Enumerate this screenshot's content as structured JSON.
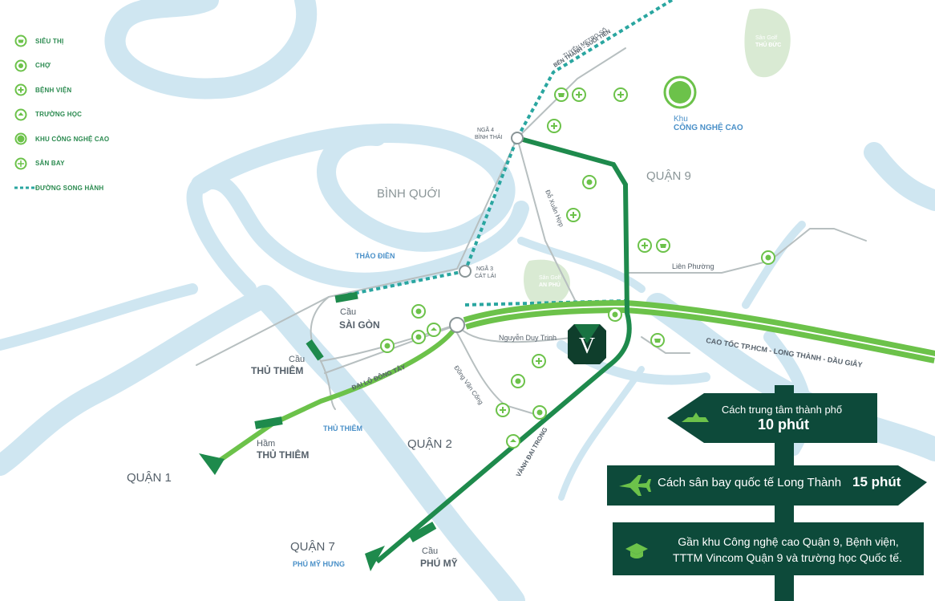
{
  "legend": [
    {
      "icon": "supermarket-icon",
      "label": "SIÊU THỊ"
    },
    {
      "icon": "market-icon",
      "label": "CHỢ"
    },
    {
      "icon": "hospital-icon",
      "label": "BỆNH VIỆN"
    },
    {
      "icon": "school-icon",
      "label": "TRƯỜNG HỌC"
    },
    {
      "icon": "hitech-park-icon",
      "label": "KHU CÔNG NGHỆ CAO"
    },
    {
      "icon": "airport-icon",
      "label": "SÂN BAY"
    },
    {
      "icon": "parallel-road-line",
      "label": "ĐƯỜNG SONG HÀNH"
    }
  ],
  "areas": {
    "binh_quoi": "BÌNH QUỚI",
    "quan9": "QUẬN 9",
    "quan2": "QUẬN 2",
    "quan1": "QUẬN 1",
    "quan7": "QUẬN 7",
    "phu_my_hung": "PHÚ MỸ HƯNG",
    "thao_dien": "THẢO ĐIỀN",
    "thu_thiem": "THỦ THIÊM",
    "khu": "Khu",
    "cong_nghe_cao": "CÔNG NGHỆ CAO",
    "san_golf_thu_duc_1": "Sân Golf",
    "san_golf_thu_duc_2": "THỦ ĐỨC",
    "san_golf_an_phu_1": "Sân Golf",
    "san_golf_an_phu_2": "AN PHÚ"
  },
  "roads": {
    "metro_1": "TUYẾN METRO SỐ",
    "metro_2": "BẾN THÀNH - SUỐI TIÊN",
    "nga4_1": "NGÃ 4",
    "nga4_2": "BÌNH THÁI",
    "nga3_1": "NGÃ 3",
    "nga3_2": "CÁT LÁI",
    "do_xuan_hop": "Đỗ Xuân Hợp",
    "lien_phuong": "Liên Phường",
    "nguyen_duy_trinh": "Nguyễn Duy Trinh",
    "dong_van_cong": "Đồng Văn Cống",
    "dai_lo_dong_tay": "ĐẠI LỘ ĐÔNG TÂY",
    "vanh_dai_trong": "VÀNH ĐAI TRONG",
    "cao_toc": "CAO TỐC TP.HCM - LONG THÀNH - DẦU GIÂY"
  },
  "bridges": {
    "cau": "Cầu",
    "ham": "Hầm",
    "sai_gon": "SÀI GÒN",
    "thu_thiem": "THỦ THIÊM",
    "ham_thu_thiem": "THỦ THIÊM",
    "phu_my": "PHÚ MỸ"
  },
  "project_mark": "V",
  "signs": {
    "center_line1": "Cách trung tâm thành phố",
    "center_line2": "10 phút",
    "airport_text": "Cách sân bay quốc tế Long Thành",
    "airport_time": "15 phút",
    "facilities_line1": "Gần khu Công nghệ cao Quận 9, Bệnh viện,",
    "facilities_line2": "TTTM Vincom Quận 9 và trường học Quốc tế."
  },
  "colors": {
    "river": "#cfe6f1",
    "road_main": "#1e8a4c",
    "road_light": "#6cc24a",
    "road_gray": "#b7bfc0",
    "dashed": "#2aa6a0",
    "sign_bg": "#0d4a3a",
    "golf": "#d9ead3"
  }
}
